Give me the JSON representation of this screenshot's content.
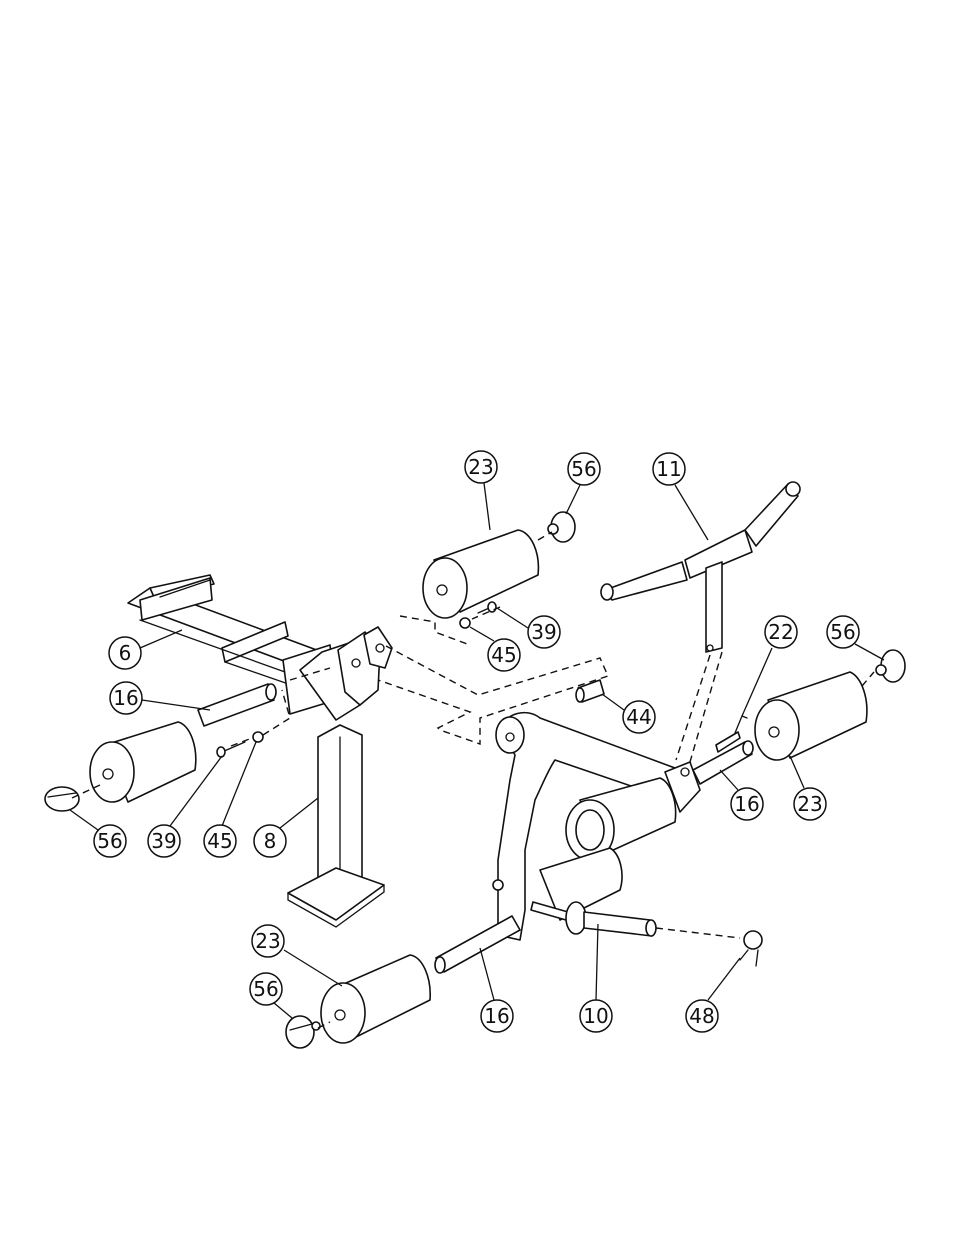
{
  "diagram": {
    "style": "exploded-assembly-line-drawing",
    "colors": {
      "line": "#111111",
      "background": "#ffffff"
    },
    "callouts": [
      {
        "id": "c-23-top",
        "label": "23"
      },
      {
        "id": "c-56-top",
        "label": "56"
      },
      {
        "id": "c-11",
        "label": "11"
      },
      {
        "id": "c-22",
        "label": "22"
      },
      {
        "id": "c-56-right",
        "label": "56"
      },
      {
        "id": "c-39-mid",
        "label": "39"
      },
      {
        "id": "c-45-mid",
        "label": "45"
      },
      {
        "id": "c-44",
        "label": "44"
      },
      {
        "id": "c-6",
        "label": "6"
      },
      {
        "id": "c-16-left",
        "label": "16"
      },
      {
        "id": "c-16-right",
        "label": "16"
      },
      {
        "id": "c-23-right",
        "label": "23"
      },
      {
        "id": "c-56-left",
        "label": "56"
      },
      {
        "id": "c-39-left",
        "label": "39"
      },
      {
        "id": "c-45-left",
        "label": "45"
      },
      {
        "id": "c-8",
        "label": "8"
      },
      {
        "id": "c-23-bottom",
        "label": "23"
      },
      {
        "id": "c-56-bottom",
        "label": "56"
      },
      {
        "id": "c-16-bottom",
        "label": "16"
      },
      {
        "id": "c-10",
        "label": "10"
      },
      {
        "id": "c-48",
        "label": "48"
      }
    ]
  }
}
